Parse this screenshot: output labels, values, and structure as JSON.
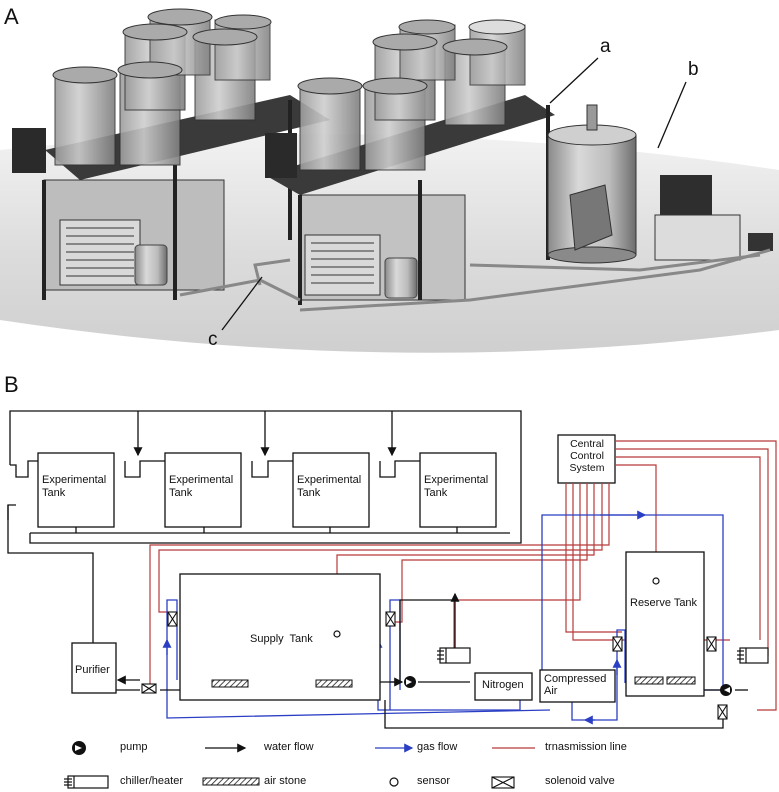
{
  "panel_a": {
    "letter": "A",
    "callouts": {
      "a": "a",
      "b": "b",
      "c": "c"
    }
  },
  "panel_b": {
    "letter": "B",
    "experimental_tank_label": [
      "Experimental",
      "Tank"
    ],
    "control_label": [
      "Central",
      "Control",
      "System"
    ],
    "supply_tank_label": "Supply  Tank",
    "reserve_tank_label": "Reserve Tank",
    "purifier_label": "Purifier",
    "nitrogen_label": "Nitrogen",
    "compressed_air_label": [
      "Compressed",
      "Air"
    ]
  },
  "legend": {
    "pump": "pump",
    "water_flow": "water flow",
    "gas_flow": "gas flow",
    "transmission_line": "trnasmission line",
    "chiller_heater": "chiller/heater",
    "air_stone": "air stone",
    "sensor": "sensor",
    "solenoid_valve": "solenoid valve"
  },
  "colors": {
    "water": "#111111",
    "gas": "#2b3fc4",
    "transmission": "#b83a3a",
    "render_bg": "#d8d8d8"
  }
}
